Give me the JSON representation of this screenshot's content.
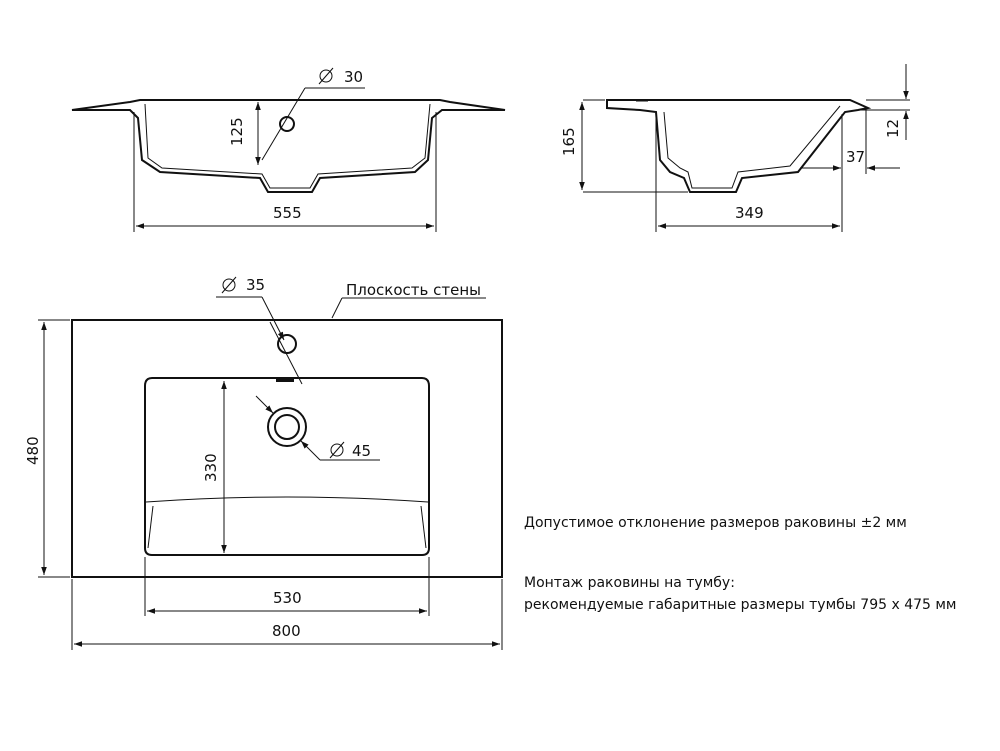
{
  "front_view": {
    "dim_hole": "30",
    "dim_height": "125",
    "dim_width": "555"
  },
  "side_view": {
    "dim_height": "165",
    "dim_depth": "349",
    "dim_rim": "12",
    "dim_offset": "37"
  },
  "top_view": {
    "dim_tap_hole": "35",
    "label_wall": "Плоскость стены",
    "dim_drain": "45",
    "dim_bowl_height": "330",
    "dim_total_height": "480",
    "dim_bowl_width": "530",
    "dim_total_width": "800"
  },
  "notes": {
    "tolerance": "Допустимое отклонение размеров раковины ±2 мм",
    "mounting_title": "Монтаж раковины на тумбу:",
    "mounting_size": "рекомендуемые габаритные размеры тумбы 795 х 475 мм"
  }
}
